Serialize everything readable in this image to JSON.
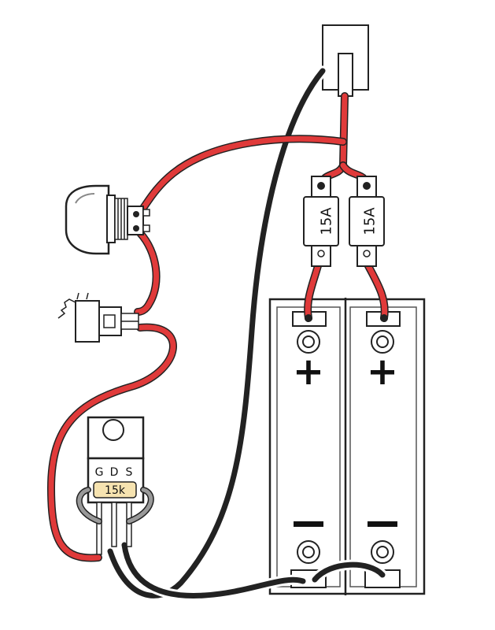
{
  "fuses": [
    {
      "rating": "15A"
    },
    {
      "rating": "15A"
    }
  ],
  "mosfet": {
    "pins": [
      "G",
      "D",
      "S"
    ],
    "resistor": "15k"
  },
  "battery_bay": {
    "positive_symbol": "+",
    "negative_symbol": "−"
  },
  "colors": {
    "wire_red": "#e03a3a",
    "wire_black": "#222222",
    "plus_red": "#e8161b",
    "resistor_body": "#f6e3b0"
  },
  "icons": [
    "push-button-switch",
    "connector-plug",
    "510-connector",
    "mosfet-to220",
    "inline-fuse",
    "battery-sled"
  ]
}
